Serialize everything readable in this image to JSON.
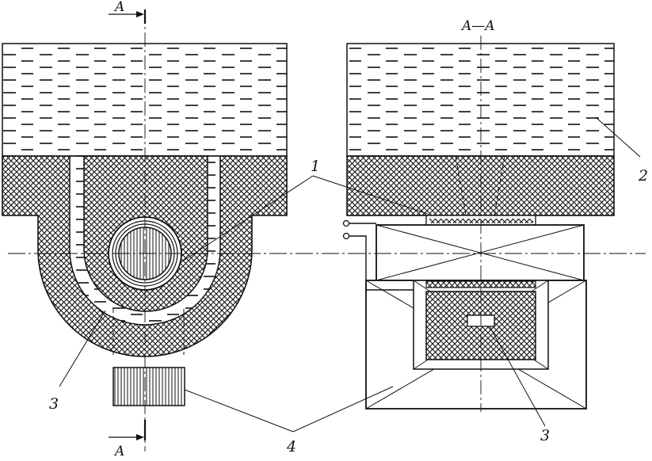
{
  "labels": {
    "section_mark": "A",
    "section_title": "A—A",
    "callout_1": "1",
    "callout_2": "2",
    "callout_3": "3",
    "callout_4": "4"
  },
  "colors": {
    "ink": "#111111",
    "background": "#ffffff"
  }
}
